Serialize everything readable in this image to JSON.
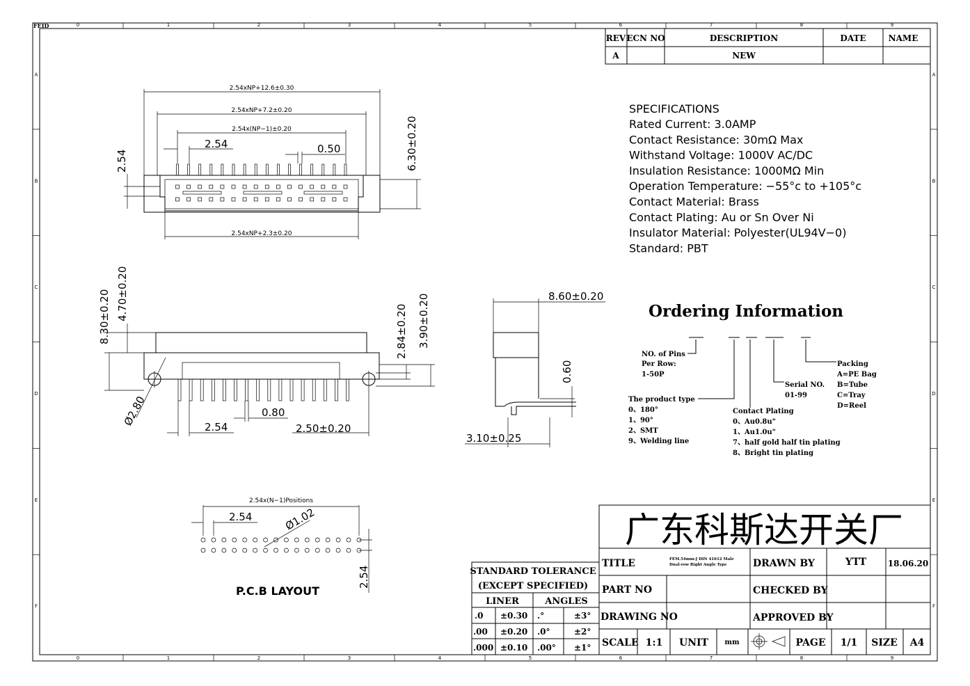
{
  "border": {
    "corner": "FEID",
    "cols": [
      "0",
      "1",
      "2",
      "3",
      "4",
      "5",
      "6",
      "7",
      "8",
      "9"
    ],
    "rows": [
      "A",
      "B",
      "C",
      "D",
      "E",
      "F"
    ]
  },
  "revision_table": {
    "headers": [
      "REV",
      "ECN NO",
      "DESCRIPTION",
      "DATE",
      "NAME"
    ],
    "rows": [
      [
        "A",
        "",
        "NEW",
        "",
        ""
      ]
    ]
  },
  "specifications": {
    "heading": "SPECIFICATIONS",
    "lines": [
      "Rated Current: 3.0AMP",
      "Contact Resistance: 30mΩ Max",
      "Withstand Voltage: 1000V AC/DC",
      "Insulation Resistance: 1000MΩ Min",
      "Operation Temperature: −55°c to +105°c",
      "Contact Material: Brass",
      "Contact Plating: Au or Sn Over Ni",
      "Insulator Material: Polyester(UL94V−0)",
      "Standard:          PBT"
    ]
  },
  "ordering": {
    "title": "Ordering Information",
    "pins_label": [
      "NO. of Pins",
      "Per Row:",
      "1-50P"
    ],
    "packing": [
      "Packing",
      "A=PE Bag",
      "B=Tube",
      "C=Tray",
      "D=Reel"
    ],
    "serial": [
      "Serial NO.",
      "01-99"
    ],
    "product_type": [
      "The product type",
      "0、180°",
      "1、90°",
      "2、SMT",
      "9、Welding line"
    ],
    "plating": [
      "Contact Plating",
      "0、Au0.8u\"",
      "1、Au1.0u\"",
      "7、half gold half tin plating",
      "8、Bright tin plating"
    ]
  },
  "top_view": {
    "dims": [
      "2.54xNP+12.6±0.30",
      "2.54xNP+7.2±0.20",
      "2.54x(NP−1)±0.20",
      "2.54",
      "0.50",
      "2.54",
      "6.30±0.20",
      "2.54xNP+2.3±0.20"
    ]
  },
  "side_view": {
    "dims": [
      "8.30±0.20",
      "4.70±0.20",
      "2.84±0.20",
      "3.90±0.20",
      "Ø2.80",
      "0.80",
      "2.54",
      "2.50±0.20"
    ]
  },
  "end_view": {
    "dims": [
      "8.60±0.20",
      "0.60",
      "3.10±0.25"
    ]
  },
  "pcb": {
    "dims": [
      "2.54x(N−1)Positions",
      "2.54",
      "Ø1.02",
      "2.54"
    ],
    "label": "P.C.B LAYOUT"
  },
  "tolerance": {
    "title1": "STANDARD TOLERANCE",
    "title2": "(EXCEPT   SPECIFIED)",
    "col_liner": "LINER",
    "col_angles": "ANGLES",
    "rows": [
      [
        ".0",
        "±0.30",
        ".°",
        "±3°"
      ],
      [
        ".00",
        "±0.20",
        ".0°",
        "±2°"
      ],
      [
        ".000",
        "±0.10",
        ".00°",
        "±1°"
      ]
    ]
  },
  "title_block": {
    "company": "广东科斯达开关厂",
    "title_label": "TITLE",
    "title_value_1": "FEM.54mm-J DIN 41612 Male",
    "title_value_2": "Dual-row Right Angle Type",
    "drawn_by_label": "DRAWN BY",
    "drawn_by": "YTT",
    "date": "18.06.20",
    "part_no_label": "PART NO",
    "checked_by_label": "CHECKED BY",
    "drawing_no_label": "DRAWING NO",
    "approved_by_label": "APPROVED BY",
    "scale_label": "SCALE",
    "scale": "1:1",
    "unit_label": "UNIT",
    "unit": "mm",
    "page_label": "PAGE",
    "page": "1/1",
    "size_label": "SIZE",
    "size": "A4"
  }
}
